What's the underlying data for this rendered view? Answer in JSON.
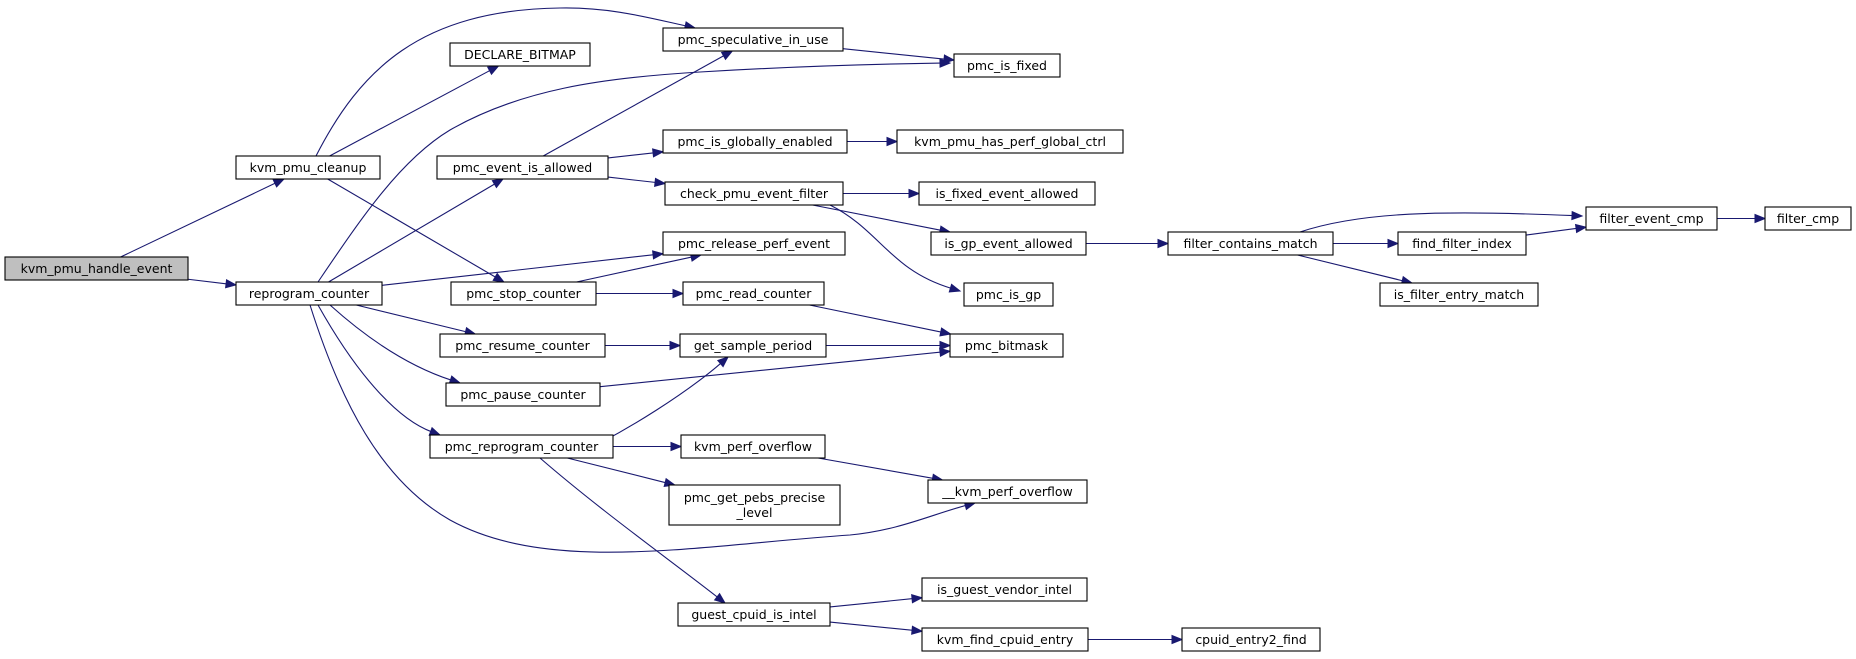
{
  "colors": {
    "edge": "#191970",
    "node_fill": "#ffffff",
    "root_fill": "#bfbfbf",
    "border": "#000000"
  },
  "root": "kvm_pmu_handle_event",
  "nodes": [
    {
      "id": "kvm_pmu_handle_event",
      "lines": [
        "kvm_pmu_handle_event"
      ]
    },
    {
      "id": "kvm_pmu_cleanup",
      "lines": [
        "kvm_pmu_cleanup"
      ]
    },
    {
      "id": "reprogram_counter",
      "lines": [
        "reprogram_counter"
      ]
    },
    {
      "id": "DECLARE_BITMAP",
      "lines": [
        "DECLARE_BITMAP"
      ]
    },
    {
      "id": "pmc_speculative_in_use",
      "lines": [
        "pmc_speculative_in_use"
      ]
    },
    {
      "id": "pmc_is_fixed",
      "lines": [
        "pmc_is_fixed"
      ]
    },
    {
      "id": "pmc_event_is_allowed",
      "lines": [
        "pmc_event_is_allowed"
      ]
    },
    {
      "id": "pmc_is_globally_enabled",
      "lines": [
        "pmc_is_globally_enabled"
      ]
    },
    {
      "id": "kvm_pmu_has_perf_global_ctrl",
      "lines": [
        "kvm_pmu_has_perf_global_ctrl"
      ]
    },
    {
      "id": "check_pmu_event_filter",
      "lines": [
        "check_pmu_event_filter"
      ]
    },
    {
      "id": "is_fixed_event_allowed",
      "lines": [
        "is_fixed_event_allowed"
      ]
    },
    {
      "id": "is_gp_event_allowed",
      "lines": [
        "is_gp_event_allowed"
      ]
    },
    {
      "id": "pmc_is_gp",
      "lines": [
        "pmc_is_gp"
      ]
    },
    {
      "id": "filter_contains_match",
      "lines": [
        "filter_contains_match"
      ]
    },
    {
      "id": "find_filter_index",
      "lines": [
        "find_filter_index"
      ]
    },
    {
      "id": "filter_event_cmp",
      "lines": [
        "filter_event_cmp"
      ]
    },
    {
      "id": "filter_cmp",
      "lines": [
        "filter_cmp"
      ]
    },
    {
      "id": "is_filter_entry_match",
      "lines": [
        "is_filter_entry_match"
      ]
    },
    {
      "id": "pmc_release_perf_event",
      "lines": [
        "pmc_release_perf_event"
      ]
    },
    {
      "id": "pmc_stop_counter",
      "lines": [
        "pmc_stop_counter"
      ]
    },
    {
      "id": "pmc_read_counter",
      "lines": [
        "pmc_read_counter"
      ]
    },
    {
      "id": "pmc_resume_counter",
      "lines": [
        "pmc_resume_counter"
      ]
    },
    {
      "id": "get_sample_period",
      "lines": [
        "get_sample_period"
      ]
    },
    {
      "id": "pmc_bitmask",
      "lines": [
        "pmc_bitmask"
      ]
    },
    {
      "id": "pmc_pause_counter",
      "lines": [
        "pmc_pause_counter"
      ]
    },
    {
      "id": "pmc_reprogram_counter",
      "lines": [
        "pmc_reprogram_counter"
      ]
    },
    {
      "id": "kvm_perf_overflow",
      "lines": [
        "kvm_perf_overflow"
      ]
    },
    {
      "id": "__kvm_perf_overflow",
      "lines": [
        "__kvm_perf_overflow"
      ]
    },
    {
      "id": "pmc_get_pebs_precise_level",
      "lines": [
        "pmc_get_pebs_precise",
        "_level"
      ]
    },
    {
      "id": "guest_cpuid_is_intel",
      "lines": [
        "guest_cpuid_is_intel"
      ]
    },
    {
      "id": "is_guest_vendor_intel",
      "lines": [
        "is_guest_vendor_intel"
      ]
    },
    {
      "id": "kvm_find_cpuid_entry",
      "lines": [
        "kvm_find_cpuid_entry"
      ]
    },
    {
      "id": "cpuid_entry2_find",
      "lines": [
        "cpuid_entry2_find"
      ]
    }
  ],
  "edges": [
    {
      "from": "kvm_pmu_handle_event",
      "to": "kvm_pmu_cleanup"
    },
    {
      "from": "kvm_pmu_handle_event",
      "to": "reprogram_counter"
    },
    {
      "from": "kvm_pmu_cleanup",
      "to": "DECLARE_BITMAP"
    },
    {
      "from": "kvm_pmu_cleanup",
      "to": "pmc_speculative_in_use"
    },
    {
      "from": "kvm_pmu_cleanup",
      "to": "pmc_stop_counter"
    },
    {
      "from": "pmc_speculative_in_use",
      "to": "pmc_is_fixed"
    },
    {
      "from": "reprogram_counter",
      "to": "pmc_is_fixed"
    },
    {
      "from": "reprogram_counter",
      "to": "pmc_event_is_allowed"
    },
    {
      "from": "reprogram_counter",
      "to": "pmc_release_perf_event"
    },
    {
      "from": "reprogram_counter",
      "to": "pmc_resume_counter"
    },
    {
      "from": "reprogram_counter",
      "to": "pmc_pause_counter"
    },
    {
      "from": "reprogram_counter",
      "to": "pmc_reprogram_counter"
    },
    {
      "from": "reprogram_counter",
      "to": "__kvm_perf_overflow"
    },
    {
      "from": "pmc_event_is_allowed",
      "to": "pmc_speculative_in_use"
    },
    {
      "from": "pmc_event_is_allowed",
      "to": "pmc_is_globally_enabled"
    },
    {
      "from": "pmc_event_is_allowed",
      "to": "check_pmu_event_filter"
    },
    {
      "from": "pmc_is_globally_enabled",
      "to": "kvm_pmu_has_perf_global_ctrl"
    },
    {
      "from": "check_pmu_event_filter",
      "to": "is_fixed_event_allowed"
    },
    {
      "from": "check_pmu_event_filter",
      "to": "is_gp_event_allowed"
    },
    {
      "from": "check_pmu_event_filter",
      "to": "pmc_is_gp"
    },
    {
      "from": "is_gp_event_allowed",
      "to": "filter_contains_match"
    },
    {
      "from": "filter_contains_match",
      "to": "filter_event_cmp"
    },
    {
      "from": "filter_contains_match",
      "to": "find_filter_index"
    },
    {
      "from": "filter_contains_match",
      "to": "is_filter_entry_match"
    },
    {
      "from": "find_filter_index",
      "to": "filter_event_cmp"
    },
    {
      "from": "filter_event_cmp",
      "to": "filter_cmp"
    },
    {
      "from": "pmc_stop_counter",
      "to": "pmc_release_perf_event"
    },
    {
      "from": "pmc_stop_counter",
      "to": "pmc_read_counter"
    },
    {
      "from": "pmc_read_counter",
      "to": "pmc_bitmask"
    },
    {
      "from": "pmc_resume_counter",
      "to": "get_sample_period"
    },
    {
      "from": "get_sample_period",
      "to": "pmc_bitmask"
    },
    {
      "from": "pmc_pause_counter",
      "to": "pmc_bitmask"
    },
    {
      "from": "pmc_reprogram_counter",
      "to": "get_sample_period"
    },
    {
      "from": "pmc_reprogram_counter",
      "to": "kvm_perf_overflow"
    },
    {
      "from": "pmc_reprogram_counter",
      "to": "pmc_get_pebs_precise_level"
    },
    {
      "from": "pmc_reprogram_counter",
      "to": "guest_cpuid_is_intel"
    },
    {
      "from": "kvm_perf_overflow",
      "to": "__kvm_perf_overflow"
    },
    {
      "from": "guest_cpuid_is_intel",
      "to": "is_guest_vendor_intel"
    },
    {
      "from": "guest_cpuid_is_intel",
      "to": "kvm_find_cpuid_entry"
    },
    {
      "from": "kvm_find_cpuid_entry",
      "to": "cpuid_entry2_find"
    }
  ]
}
